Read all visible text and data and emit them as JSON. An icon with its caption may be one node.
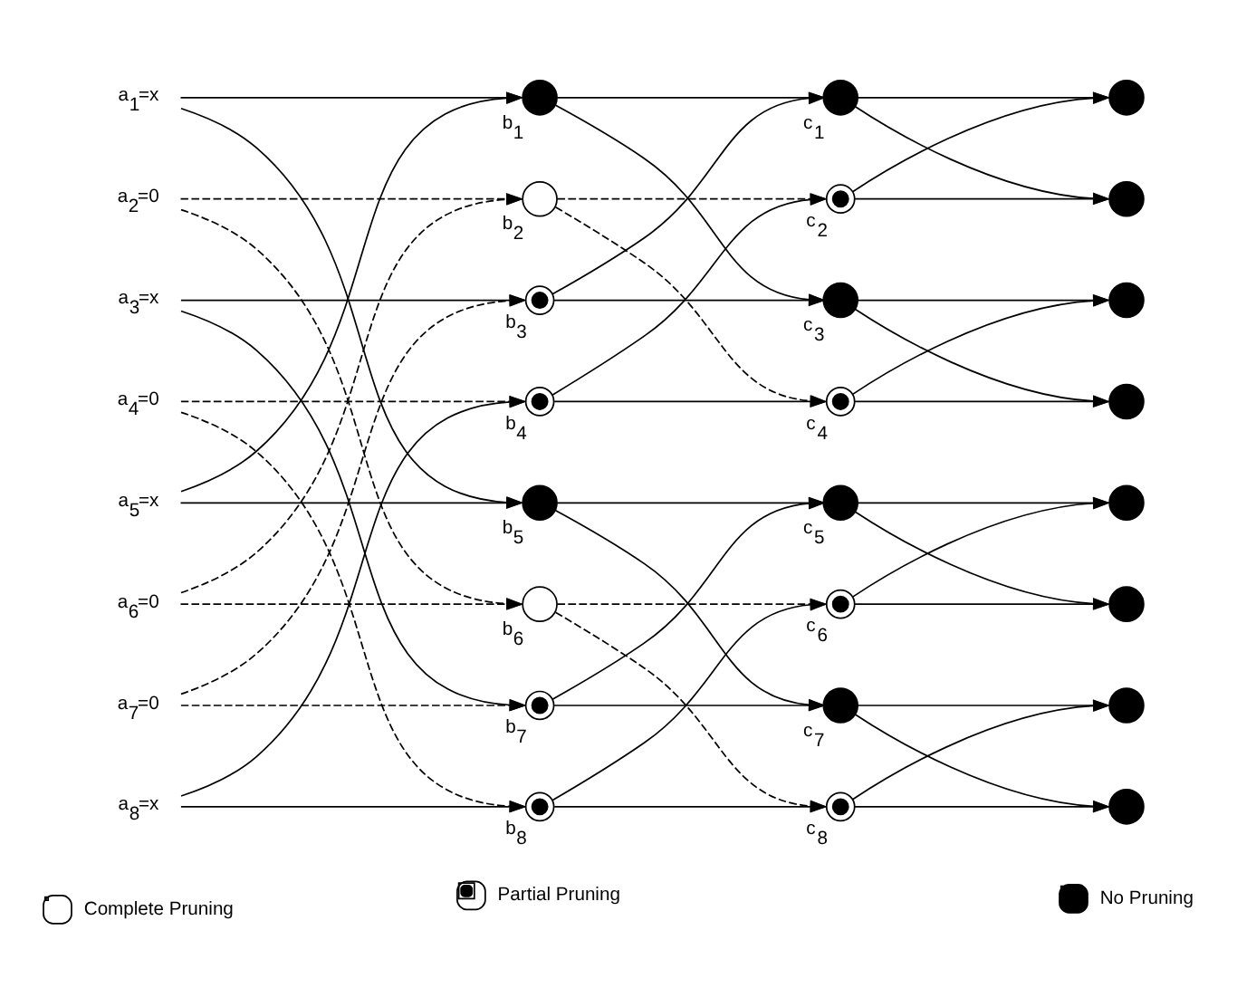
{
  "diagram": {
    "nodes": [
      {
        "text": [
          "a$_{1}$=x"
        ]
      },
      {
        "text": [
          "a$_{2}$=0"
        ]
      },
      {
        "text": [
          "a$_{3}$=x"
        ]
      },
      {
        "text": [
          "a$_{4}$=0"
        ]
      },
      {
        "text": [
          "a$_{5}$=x"
        ]
      },
      {
        "text": [
          "a$_{6}$=0"
        ]
      },
      {
        "text": [
          "a$_{7}$=0"
        ]
      },
      {
        "text": [
          "a$_{8}$=x"
        ]
      },
      {
        "text": [],
        "shape": "circle",
        "beside": [
          "b$_{1}$"
        ]
      },
      {
        "text": [],
        "shape": "circle",
        "beside": [
          "b$_{2}$"
        ]
      },
      {
        "text": [],
        "shape": "circle",
        "beside": [
          "b$_{3}$"
        ]
      },
      {
        "text": [],
        "shape": "circle",
        "beside": [
          "b$_{4}$"
        ]
      },
      {
        "text": [],
        "shape": "circle",
        "beside": [
          "b$_{5}$"
        ]
      },
      {
        "text": [],
        "shape": "circle",
        "beside": [
          "b$_{6}$"
        ]
      },
      {
        "text": [],
        "shape": "circle",
        "beside": [
          "b$_{7}$"
        ]
      },
      {
        "text": [],
        "shape": "circle",
        "beside": [
          "b$_{8}$"
        ]
      },
      {
        "text": [],
        "shape": "circle",
        "beside": [
          "c$_{1}$"
        ]
      },
      {
        "text": [],
        "shape": "circle",
        "beside": [
          "c$_{2}$"
        ]
      },
      {
        "text": [],
        "shape": "circle",
        "beside": [
          "c$_{3}$"
        ]
      },
      {
        "text": [],
        "shape": "circle",
        "beside": [
          "c$_{4}$"
        ]
      },
      {
        "text": [],
        "shape": "circle",
        "beside": [
          "c$_{5}$"
        ]
      },
      {
        "text": [],
        "shape": "circle",
        "beside": [
          "c$_{6}$"
        ]
      },
      {
        "text": [],
        "shape": "circle",
        "beside": [
          "c$_{7}$"
        ]
      },
      {
        "text": [],
        "shape": "circle",
        "beside": [
          "c$_{8}$"
        ]
      },
      {
        "text": [],
        "shape": "circle"
      },
      {
        "text": [],
        "shape": "circle"
      },
      {
        "text": [],
        "shape": "circle"
      },
      {
        "text": [],
        "shape": "circle"
      },
      {
        "text": [],
        "shape": "circle"
      },
      {
        "text": [],
        "shape": "circle"
      },
      {
        "text": [],
        "shape": "circle"
      },
      {
        "text": [],
        "shape": "circle"
      }
    ],
    "edges": [
      {
        "from": 0,
        "to": 8,
        "arrow": "to"
      },
      {
        "from": 0,
        "to": 12,
        "arrow": "to"
      },
      {
        "from": 1,
        "to": 9,
        "arrow": "to",
        "style": "dashed"
      },
      {
        "from": 1,
        "to": 13,
        "arrow": "to",
        "style": "dashed"
      },
      {
        "from": 2,
        "to": 10,
        "arrow": "to"
      },
      {
        "from": 2,
        "to": 14,
        "arrow": "to"
      },
      {
        "from": 3,
        "to": 11,
        "arrow": "to",
        "style": "dashed"
      },
      {
        "from": 3,
        "to": 15,
        "arrow": "to",
        "style": "dashed"
      },
      {
        "from": 4,
        "to": 8,
        "arrow": "to"
      },
      {
        "from": 4,
        "to": 12,
        "arrow": "to"
      },
      {
        "from": 5,
        "to": 9,
        "arrow": "to",
        "style": "dashed"
      },
      {
        "from": 5,
        "to": 13,
        "arrow": "to",
        "style": "dashed"
      },
      {
        "from": 6,
        "to": 10,
        "arrow": "to",
        "style": "dashed"
      },
      {
        "from": 6,
        "to": 14,
        "arrow": "to",
        "style": "dashed"
      },
      {
        "from": 7,
        "to": 11,
        "arrow": "to"
      },
      {
        "from": 7,
        "to": 15,
        "arrow": "to"
      },
      {
        "from": 8,
        "to": 16,
        "arrow": "to"
      },
      {
        "from": 8,
        "to": 18,
        "arrow": "to"
      },
      {
        "from": 9,
        "to": 17,
        "arrow": "to",
        "style": "dashed"
      },
      {
        "from": 9,
        "to": 19,
        "arrow": "to",
        "style": "dashed"
      },
      {
        "from": 10,
        "to": 16,
        "arrow": "to"
      },
      {
        "from": 10,
        "to": 18,
        "arrow": "to"
      },
      {
        "from": 11,
        "to": 17,
        "arrow": "to"
      },
      {
        "from": 11,
        "to": 19,
        "arrow": "to"
      },
      {
        "from": 12,
        "to": 20,
        "arrow": "to"
      },
      {
        "from": 12,
        "to": 22,
        "arrow": "to"
      },
      {
        "from": 13,
        "to": 21,
        "arrow": "to",
        "style": "dashed"
      },
      {
        "from": 13,
        "to": 23,
        "arrow": "to",
        "style": "dashed"
      },
      {
        "from": 14,
        "to": 20,
        "arrow": "to"
      },
      {
        "from": 14,
        "to": 22,
        "arrow": "to"
      },
      {
        "from": 15,
        "to": 21,
        "arrow": "to"
      },
      {
        "from": 15,
        "to": 23,
        "arrow": "to"
      },
      {
        "from": 16,
        "to": 24,
        "arrow": "to"
      },
      {
        "from": 16,
        "to": 25,
        "arrow": "to"
      },
      {
        "from": 17,
        "to": 24,
        "arrow": "to"
      },
      {
        "from": 17,
        "to": 25,
        "arrow": "to"
      },
      {
        "from": 18,
        "to": 26,
        "arrow": "to"
      },
      {
        "from": 18,
        "to": 27,
        "arrow": "to"
      },
      {
        "from": 19,
        "to": 26,
        "arrow": "to"
      },
      {
        "from": 19,
        "to": 27,
        "arrow": "to"
      },
      {
        "from": 20,
        "to": 28,
        "arrow": "to"
      },
      {
        "from": 20,
        "to": 29,
        "arrow": "to"
      },
      {
        "from": 21,
        "to": 28,
        "arrow": "to"
      },
      {
        "from": 21,
        "to": 29,
        "arrow": "to"
      },
      {
        "from": 22,
        "to": 30,
        "arrow": "to"
      },
      {
        "from": 22,
        "to": 31,
        "arrow": "to"
      },
      {
        "from": 23,
        "to": 30,
        "arrow": "to"
      },
      {
        "from": 23,
        "to": 31,
        "arrow": "to"
      }
    ],
    "legend": [
      {
        "text": "Complete Pruning"
      },
      {
        "text": "Partial Pruning"
      },
      {
        "text": "No Pruning"
      }
    ]
  }
}
